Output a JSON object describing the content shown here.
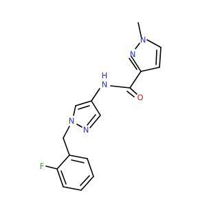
{
  "structure": {
    "atoms": {
      "n_methyl": "N",
      "n_pyr1_2": "N",
      "n_amide": "N",
      "h_amide": "H",
      "o_carbonyl": "O",
      "n_pyr2_1": "N",
      "n_pyr2_2": "N",
      "f_fluoro": "F"
    }
  }
}
